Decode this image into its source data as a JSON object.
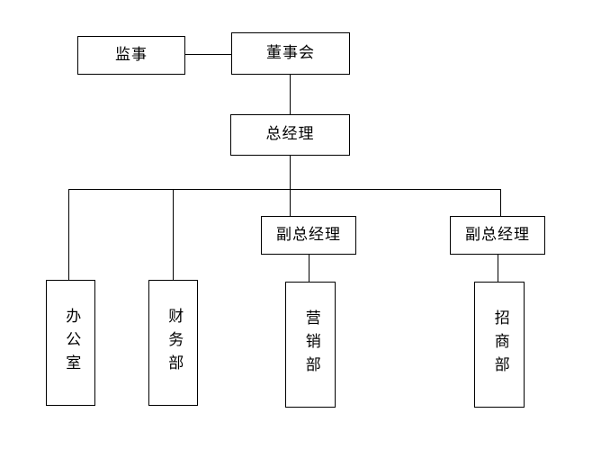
{
  "diagram": {
    "type": "org-chart",
    "title": "",
    "orientation": "top-down",
    "line_color": "#000000",
    "box_fill": "#ffffff",
    "box_border": "#000000",
    "background": "#ffffff"
  },
  "nodes": {
    "supervisor": {
      "label": "监事",
      "level": "top",
      "writing": "horizontal"
    },
    "board": {
      "label": "董事会",
      "level": "top",
      "writing": "horizontal"
    },
    "general_manager": {
      "label": "总经理",
      "level": "second",
      "writing": "horizontal"
    },
    "deputy_gm_left": {
      "label": "副总经理",
      "level": "third",
      "writing": "horizontal"
    },
    "deputy_gm_right": {
      "label": "副总经理",
      "level": "third",
      "writing": "horizontal"
    },
    "office": {
      "label": "办公室",
      "level": "department",
      "writing": "vertical"
    },
    "finance": {
      "label": "财务部",
      "level": "department",
      "writing": "vertical"
    },
    "marketing": {
      "label": "营销部",
      "level": "department",
      "writing": "vertical"
    },
    "investment": {
      "label": "招商部",
      "level": "department",
      "writing": "vertical"
    }
  },
  "edges": [
    {
      "from": "supervisor",
      "to": "board",
      "style": "horizontal-link"
    },
    {
      "from": "board",
      "to": "general_manager",
      "style": "vertical-link"
    },
    {
      "from": "general_manager",
      "to": "office",
      "style": "bus-drop"
    },
    {
      "from": "general_manager",
      "to": "finance",
      "style": "bus-drop"
    },
    {
      "from": "general_manager",
      "to": "deputy_gm_left",
      "style": "bus-drop"
    },
    {
      "from": "general_manager",
      "to": "deputy_gm_right",
      "style": "bus-drop"
    },
    {
      "from": "deputy_gm_left",
      "to": "marketing",
      "style": "vertical-link"
    },
    {
      "from": "deputy_gm_right",
      "to": "investment",
      "style": "vertical-link"
    }
  ]
}
